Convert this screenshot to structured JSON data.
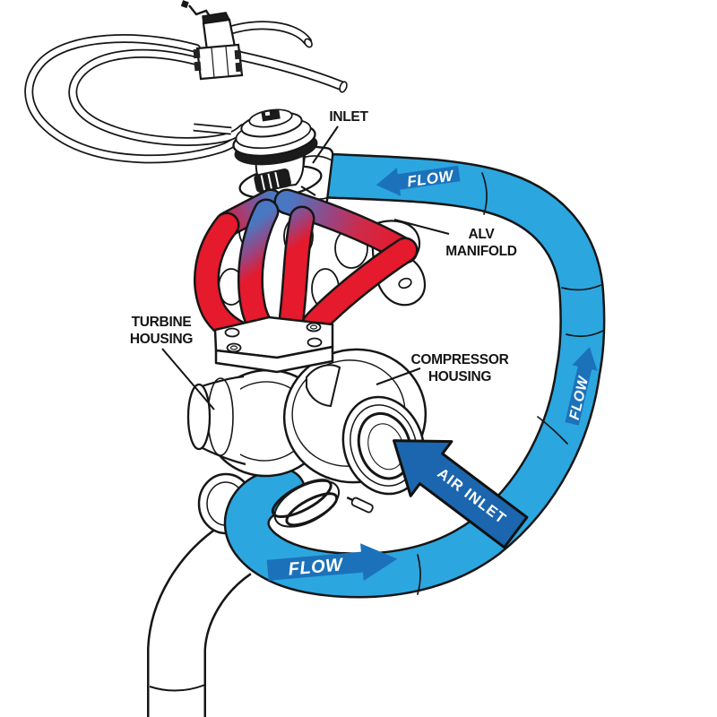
{
  "diagram": {
    "labels": {
      "inlet": "INLET",
      "alv_manifold_line1": "ALV",
      "alv_manifold_line2": "MANIFOLD",
      "turbine_housing_line1": "TURBINE",
      "turbine_housing_line2": "HOUSING",
      "compressor_housing_line1": "COMPRESSOR",
      "compressor_housing_line2": "HOUSING"
    },
    "arrows": {
      "flow_top": "FLOW",
      "flow_right": "FLOW",
      "flow_bottom": "FLOW",
      "air_inlet": "AIR INLET"
    },
    "colors": {
      "pipe_blue": "#2CA6DF",
      "flow_arrow_blue": "#1B72BA",
      "air_inlet_arrow_blue": "#1B66AE",
      "manifold_red": "#E51A2C",
      "gradient_blue": "#4A77C2",
      "outline_black": "#161616",
      "background": "#FFFFFF"
    }
  }
}
